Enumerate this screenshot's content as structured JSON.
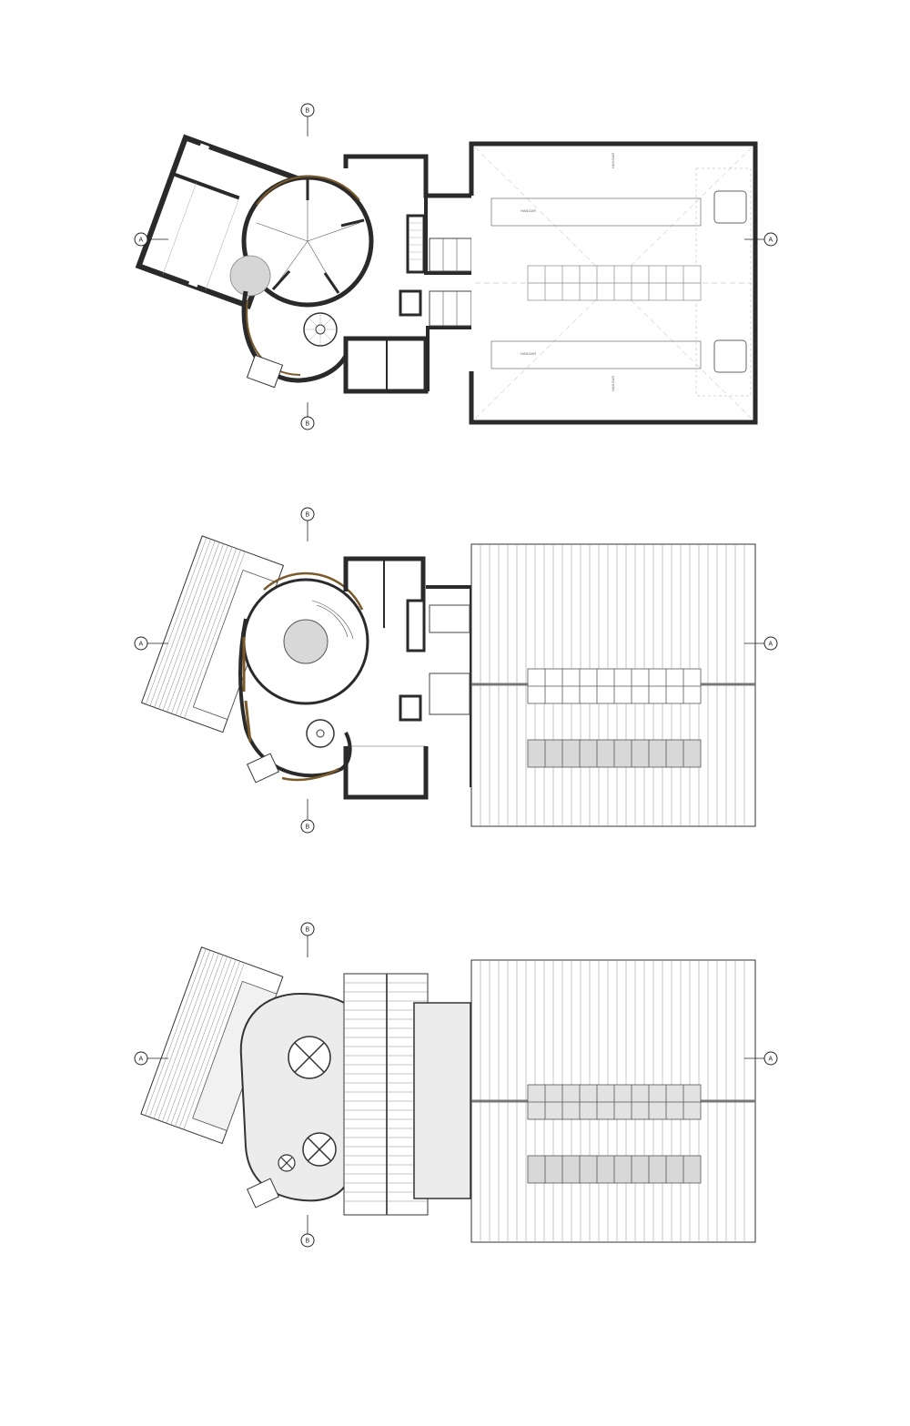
{
  "sheet": {
    "plans": [
      {
        "id": "ground-floor"
      },
      {
        "id": "first-floor"
      },
      {
        "id": "roof"
      }
    ],
    "section_markers": [
      {
        "plan": "ground-floor",
        "position": "top",
        "letter": "B"
      },
      {
        "plan": "ground-floor",
        "position": "bottom",
        "letter": "B"
      },
      {
        "plan": "ground-floor",
        "position": "left",
        "letter": "A"
      },
      {
        "plan": "ground-floor",
        "position": "right",
        "letter": "A"
      },
      {
        "plan": "first-floor",
        "position": "top",
        "letter": "B"
      },
      {
        "plan": "first-floor",
        "position": "bottom",
        "letter": "B"
      },
      {
        "plan": "first-floor",
        "position": "left",
        "letter": "A"
      },
      {
        "plan": "first-floor",
        "position": "right",
        "letter": "A"
      },
      {
        "plan": "roof",
        "position": "top",
        "letter": "B"
      },
      {
        "plan": "roof",
        "position": "bottom",
        "letter": "B"
      },
      {
        "plan": "roof",
        "position": "left",
        "letter": "A"
      },
      {
        "plan": "roof",
        "position": "right",
        "letter": "A"
      }
    ],
    "colors": {
      "wall": "#2a2a2a",
      "wood": "#7a5a2a",
      "skylight": "#d8d8d8",
      "rooflight": "#e2e2e2"
    }
  }
}
